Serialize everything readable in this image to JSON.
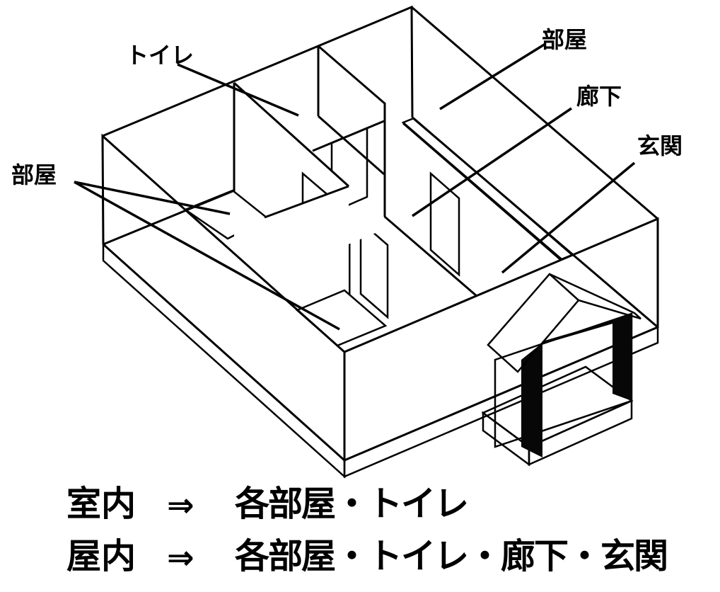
{
  "diagram": {
    "title_hidden": "",
    "labels": {
      "toilet": "トイレ",
      "room_left": "部屋",
      "room_right": "部屋",
      "corridor": "廊下",
      "entrance": "玄関"
    },
    "legend": [
      {
        "term": "室内",
        "arrow": "⇒",
        "definition": "各部屋・トイレ"
      },
      {
        "term": "屋内",
        "arrow": "⇒",
        "definition": "各部屋・トイレ・廊下・玄関"
      }
    ]
  },
  "colors": {
    "line": "#000000",
    "wall_brown": "#AF7955",
    "foundation_gray": "#C8C9CA",
    "platform_top_gray": "#D6D7D8",
    "platform_side_gray": "#C2C3C4",
    "opening_gray": "#CFD0D1",
    "corridor_cream": "#F8EFB2",
    "room_floor_yellow": "#FAE8A4",
    "door_orange": "#F79420",
    "roof_black": "#070707",
    "text_black": "#000000"
  }
}
